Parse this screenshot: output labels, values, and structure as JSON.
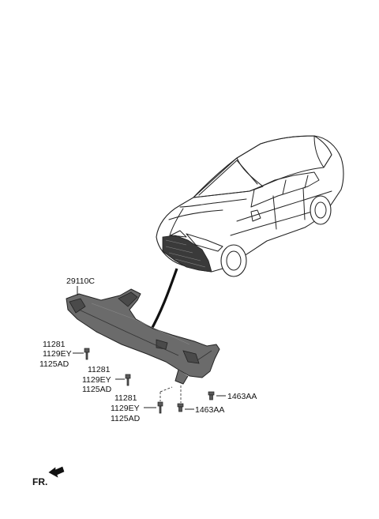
{
  "labels": {
    "cover": "29110C",
    "group1": [
      "11281",
      "1129EY",
      "1125AD"
    ],
    "group2": [
      "11281",
      "1129EY",
      "1125AD"
    ],
    "group3": [
      "11281",
      "1129EY",
      "1125AD"
    ],
    "clip_right": "1463AA",
    "clip_center": "1463AA",
    "front": "FR."
  }
}
